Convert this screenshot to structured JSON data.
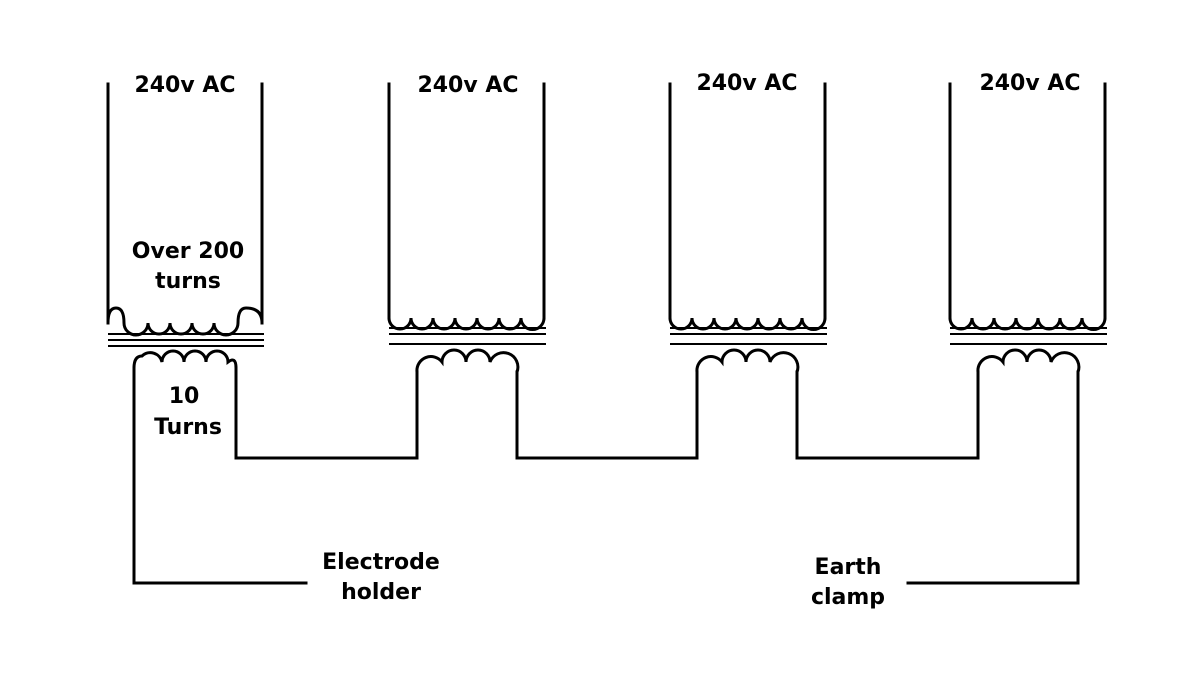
{
  "diagram": {
    "transformers": [
      {
        "supply_label": "240v AC",
        "primary_label": "Over 200 turns",
        "primary_label_lines": [
          "Over 200",
          "turns"
        ],
        "secondary_label_lines": [
          "10",
          "Turns"
        ]
      },
      {
        "supply_label": "240v AC"
      },
      {
        "supply_label": "240v AC"
      },
      {
        "supply_label": "240v AC"
      }
    ],
    "outputs": {
      "electrode_lines": [
        "Electrode",
        "holder"
      ],
      "earth_lines": [
        "Earth",
        "clamp"
      ]
    }
  }
}
